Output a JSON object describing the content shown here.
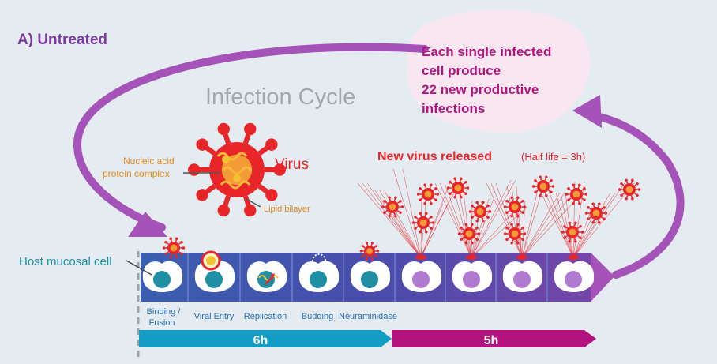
{
  "panel_title": "A) Untreated",
  "cycle_title": "Infection Cycle",
  "result_lines": [
    "Each single infected",
    "cell produce",
    "22 new productive",
    "infections"
  ],
  "virus": {
    "label": "Virus",
    "nucleic_line1": "Nucleic acid",
    "nucleic_line2": "protein complex",
    "lipid": "Lipid  bilayer"
  },
  "released": {
    "label": "New virus released",
    "half_life": "(Half life = 3h)"
  },
  "host_label": "Host mucosal cell",
  "stages": {
    "binding_line1": "Binding /",
    "binding_line2": "Fusion",
    "entry": "Viral Entry",
    "replication": "Replication",
    "budding": "Budding",
    "neuraminidase": "Neuraminidase"
  },
  "timeline": {
    "phase1": "6h",
    "phase2": "5h"
  },
  "colors": {
    "title_purple": "#7b3aa0",
    "cycle_arrow": "#a553b8",
    "virus_red": "#e8262a",
    "magenta": "#b0167f",
    "teal": "#1f8fa3",
    "blue_bar": "#139dc5",
    "magenta_bar": "#b2137f",
    "cell_blue": "#3b4ba8"
  }
}
